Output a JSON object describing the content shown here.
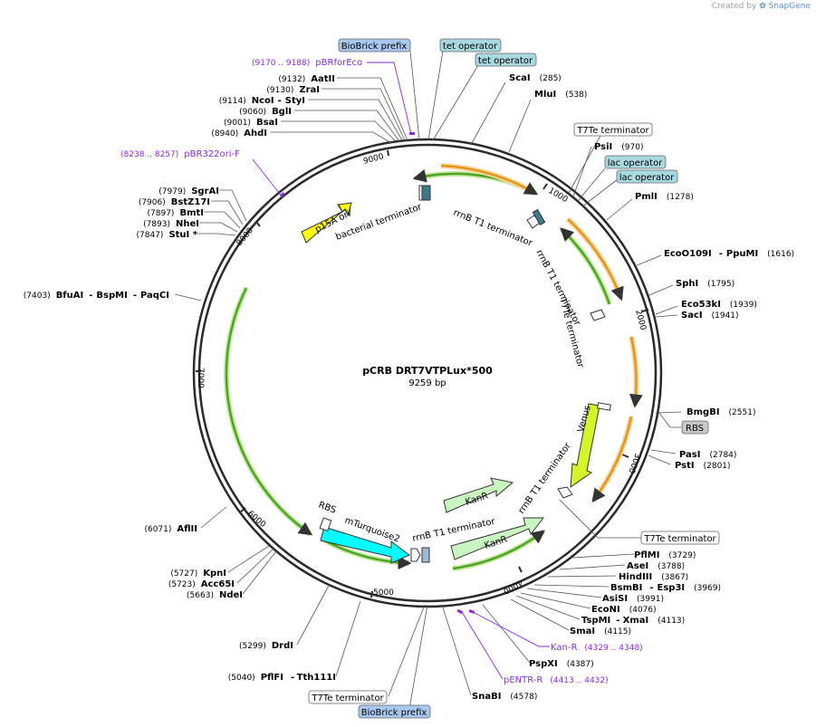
{
  "app": {
    "credit_prefix": "Created by",
    "credit_brand": "SnapGene"
  },
  "plasmid": {
    "name": "pCRB DRT7VTPLux*500",
    "length_label": "9259 bp",
    "length": 9259
  },
  "ticks": [
    "1000",
    "2000",
    "3000",
    "4000",
    "5000",
    "6000",
    "7000",
    "8000",
    "9000"
  ],
  "colors": {
    "orf_green": "#4aa526",
    "orf_orange": "#e8941a",
    "kanr": "#c8f5c0",
    "venus": "#d4f52a",
    "mturq": "#00ffff",
    "p15a": "#ffff00",
    "primer": "#8a2be2",
    "operator_box": "#a8d8e0",
    "biobrick_box": "#a8c8f0",
    "rbs_box": "#c8c8c8"
  },
  "sites_left": [
    {
      "name": "AatII",
      "pos": "(9132)"
    },
    {
      "name": "ZraI",
      "pos": "(9130)"
    },
    {
      "name": "NcoI",
      "name2": "StyI",
      "pos": "(9114)"
    },
    {
      "name": "BglI",
      "pos": "(9060)"
    },
    {
      "name": "BsaI",
      "pos": "(9001)"
    },
    {
      "name": "AhdI",
      "pos": "(8940)"
    },
    {
      "name": "SgrAI",
      "pos": "(7979)"
    },
    {
      "name": "BstZ17I",
      "pos": "(7906)"
    },
    {
      "name": "BmtI",
      "pos": "(7897)"
    },
    {
      "name": "NheI",
      "pos": "(7893)"
    },
    {
      "name": "StuI *",
      "pos": "(7847)"
    },
    {
      "name": "BfuAI",
      "name2": "BspMI",
      "name3": "PaqCI",
      "pos": "(7403)"
    },
    {
      "name": "AflII",
      "pos": "(6071)"
    },
    {
      "name": "KpnI",
      "pos": "(5727)"
    },
    {
      "name": "Acc65I",
      "pos": "(5723)"
    },
    {
      "name": "NdeI",
      "pos": "(5663)"
    },
    {
      "name": "DrdI",
      "pos": "(5299)"
    },
    {
      "name": "PflFI",
      "name2": "Tth111I",
      "pos": "(5040)"
    }
  ],
  "sites_right": [
    {
      "name": "ScaI",
      "pos": "(285)"
    },
    {
      "name": "MluI",
      "pos": "(538)"
    },
    {
      "name": "PsiI",
      "pos": "(970)"
    },
    {
      "name": "PmlI",
      "pos": "(1278)"
    },
    {
      "name": "EcoO109I",
      "name2": "PpuMI",
      "pos": "(1616)"
    },
    {
      "name": "SphI",
      "pos": "(1795)"
    },
    {
      "name": "Eco53kI",
      "pos": "(1939)"
    },
    {
      "name": "SacI",
      "pos": "(1941)"
    },
    {
      "name": "BmgBI",
      "pos": "(2551)"
    },
    {
      "name": "PasI",
      "pos": "(2784)"
    },
    {
      "name": "PstI",
      "pos": "(2801)"
    },
    {
      "name": "PflMI",
      "pos": "(3729)"
    },
    {
      "name": "AseI",
      "pos": "(3788)"
    },
    {
      "name": "HindIII",
      "pos": "(3867)"
    },
    {
      "name": "BsmBI",
      "name2": "Esp3I",
      "pos": "(3969)"
    },
    {
      "name": "AsiSI",
      "pos": "(3991)"
    },
    {
      "name": "EcoNI",
      "pos": "(4076)"
    },
    {
      "name": "TspMI",
      "name2": "XmaI",
      "pos": "(4113)"
    },
    {
      "name": "SmaI",
      "pos": "(4115)"
    },
    {
      "name": "PspXI",
      "pos": "(4387)"
    },
    {
      "name": "SnaBI",
      "pos": "(4578)"
    }
  ],
  "primers": [
    {
      "range": "(9170 .. 9188)",
      "name": "pBRforEco"
    },
    {
      "range": "(8238 .. 8257)",
      "name": "pBR322ori-F"
    },
    {
      "name": "Kan-R",
      "range": "(4329 .. 4348)"
    },
    {
      "name": "pENTR-R",
      "range": "(4413 .. 4432)"
    }
  ],
  "boxed": {
    "biobrick_top": "BioBrick prefix",
    "tet_op_1": "tet operator",
    "tet_op_2": "tet operator",
    "t7te_top": "T7Te terminator",
    "lac_op_1": "lac operator",
    "lac_op_2": "lac operator",
    "rbs_right": "RBS",
    "t7te_right": "T7Te terminator",
    "t7te_bottom": "T7Te terminator",
    "biobrick_bottom": "BioBrick prefix"
  },
  "features": {
    "p15a": "p15A ori",
    "bact_term": "bacterial terminator",
    "rrnb_1": "rrnB T1 terminator",
    "rrnb_2": "rrnB T1 terminator",
    "t7te_inner": "T7Te terminator",
    "venus": "Venus",
    "rrnb_3": "rrnB T1 terminator",
    "kanr_1": "KanR",
    "kanr_2": "KanR",
    "rrnb_4": "rrnB T1 terminator",
    "rbs_inner": "RBS",
    "mturq": "mTurquoise2"
  }
}
